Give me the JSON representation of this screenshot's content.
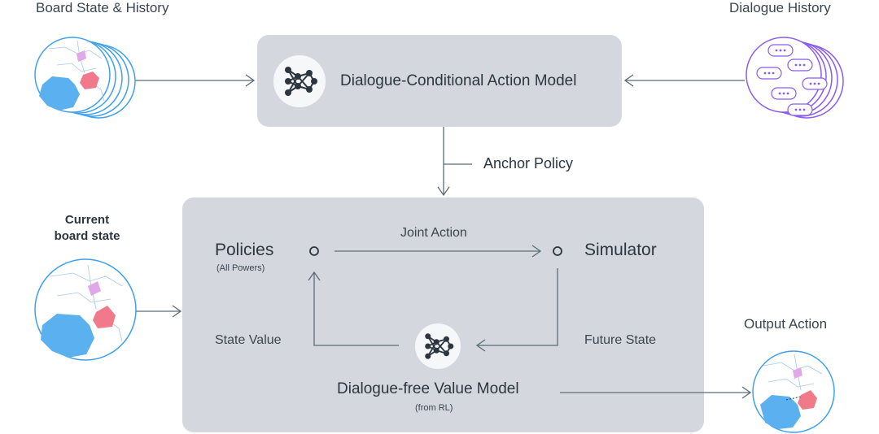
{
  "labels": {
    "board_state_history": "Board State & History",
    "dialogue_history": "Dialogue History",
    "action_model": "Dialogue-Conditional Action Model",
    "anchor_policy": "Anchor Policy",
    "current_board_state_line1": "Current",
    "current_board_state_line2": "board state",
    "policies": "Policies",
    "all_powers": "(All Powers)",
    "joint_action": "Joint Action",
    "simulator": "Simulator",
    "state_value": "State Value",
    "future_state": "Future State",
    "value_model": "Dialogue-free Value Model",
    "from_rl": "(from RL)",
    "output_action": "Output Action"
  },
  "icons": {
    "network": "neural-network-icon",
    "map": "europe-map-icon",
    "chat": "chat-bubble-icon"
  },
  "colors": {
    "box": "#d4d8de",
    "arrow": "#5b6b78",
    "map_blue": "#5bb0f0",
    "map_red": "#f07a8a",
    "map_pink": "#e0a8e8",
    "map_border": "#3fa0f0",
    "chat_purple": "#8a5cf0"
  }
}
